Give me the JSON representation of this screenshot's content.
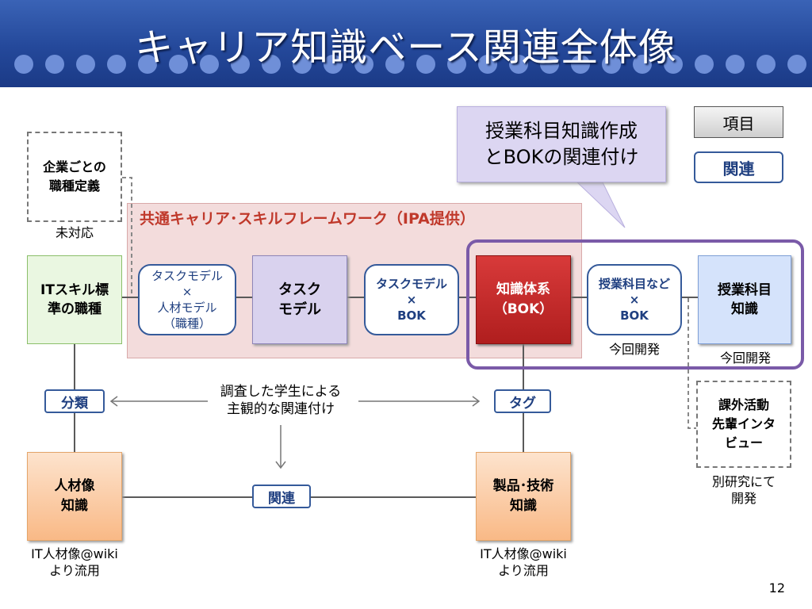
{
  "title": "キャリア知識ベース関連全体像",
  "legend": {
    "item": "項目",
    "relation": "関連"
  },
  "callout": "授業科目知識作成\nとBOKの関連付け",
  "framework_label": "共通キャリア･スキルフレームワーク（IPA提供）",
  "nodes": {
    "company_def": "企業ごとの\n職種定義",
    "it_skill": "ITスキル標\n準の職種",
    "task_human": "タスクモデル\n×\n人材モデル\n（職種）",
    "task_model": "タスク\nモデル",
    "task_bok": "タスクモデル\n×\nBOK",
    "bok": "知識体系\n（BOK）",
    "course_bok": "授業科目など\n×\nBOK",
    "course_knowledge": "授業科目\n知識",
    "extracurricular": "課外活動\n先輩インタ\nビュー",
    "human_image": "人材像\n知識",
    "product_tech": "製品･技術\n知識"
  },
  "tags": {
    "classification": "分類",
    "tag": "タグ",
    "relation": "関連"
  },
  "notes": {
    "unsupported": "未対応",
    "survey": "調査した学生による\n主観的な関連付け",
    "dev1": "今回開発",
    "dev2": "今回開発",
    "separate": "別研究にて\n開発",
    "wiki1": "IT人材像@wiki\nより流用",
    "wiki2": "IT人材像@wiki\nより流用"
  },
  "page_number": "12",
  "colors": {
    "header": "#2a4fa0",
    "framework_label": "#c0392b",
    "highlight_border": "#7a5aa8",
    "bok_fill": "#c0282a"
  }
}
